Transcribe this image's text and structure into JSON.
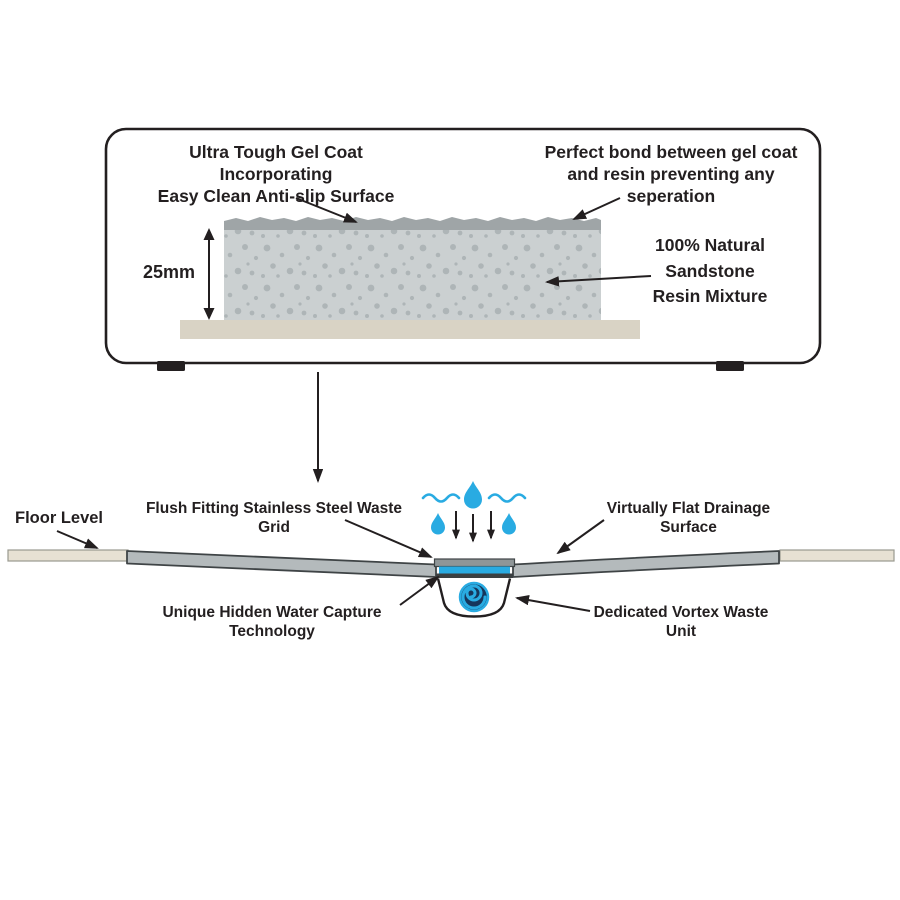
{
  "colors": {
    "ink": "#231f20",
    "water-blue": "#29abe2",
    "vortex-navy": "#16365c",
    "slab-gray": "#cbd0d1",
    "speckle-gray": "#aeb5b7",
    "gelcoat-gray": "#9fa5a7",
    "base-tan": "#d9d3c5",
    "floor-tan": "#e7e1d3",
    "tray-gray": "#b4babc",
    "grid-gray": "#8f9698"
  },
  "icons": {
    "water_droplet": "teardrop-shape",
    "wavy_water": "blue-squiggle-lines",
    "vortex": "spiral-swirl-in-circle",
    "flow_arrows": "downward-arrows"
  },
  "top_panel": {
    "gelcoat_callout": {
      "line1": "Ultra Tough Gel Coat Incorporating",
      "line2": "Easy Clean Anti-slip Surface"
    },
    "bond_callout": {
      "line1": "Perfect bond between gel coat",
      "line2": "and resin preventing any seperation"
    },
    "thickness_label": "25mm",
    "resin_callout": {
      "line1": "100% Natural",
      "line2": "Sandstone",
      "line3": "Resin Mixture"
    }
  },
  "bottom_diagram": {
    "floor_level_label": "Floor Level",
    "waste_grid_label": "Flush Fitting Stainless Steel Waste Grid",
    "drainage_surface_label": "Virtually Flat Drainage Surface",
    "water_capture_label": "Unique Hidden Water Capture Technology",
    "vortex_waste_label": "Dedicated Vortex Waste Unit"
  }
}
